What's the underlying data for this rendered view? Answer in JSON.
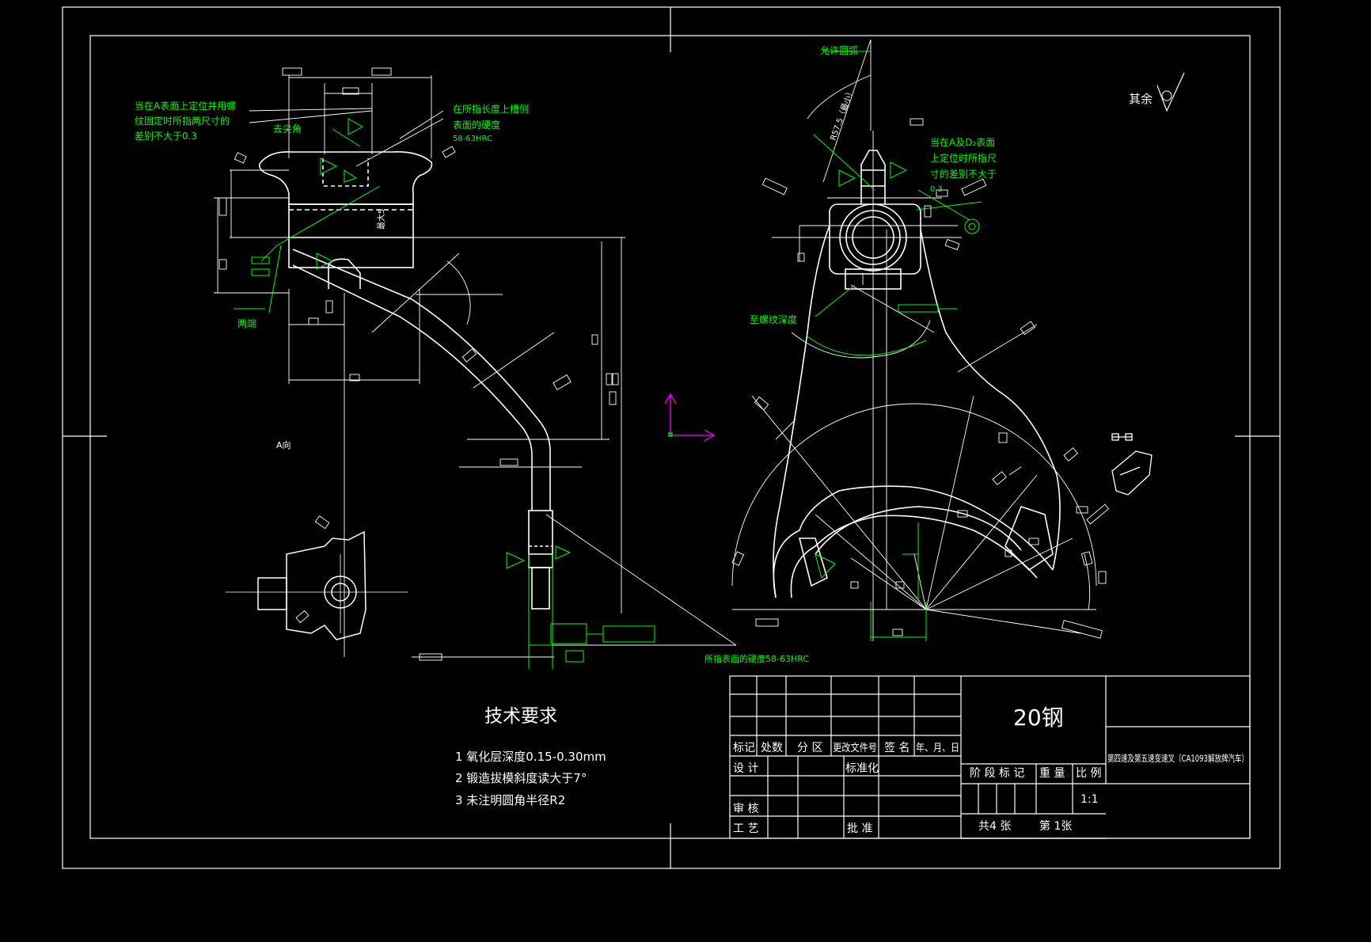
{
  "viewport_label": "其余",
  "view_labels": {
    "a_view": "A向"
  },
  "annotations_left": {
    "note_a_line1": "当在A表面上定位并用螺",
    "note_a_line2": "纹固定时所指两尺寸的",
    "note_a_line3": "差别不大于0.3",
    "remove_sharp": "去尖角",
    "slot_line1": "在所指长度上槽侧",
    "slot_line2": "表面的硬度",
    "slot_line3": "58-63HRC",
    "both_ends": "两端",
    "max_label": "最大5"
  },
  "annotations_right": {
    "allow_arc": "允许圆弧",
    "r_note": "R57.5（最小）",
    "note_b_line1": "当在A及D₂表面",
    "note_b_line2": "上定位时所指尺",
    "note_b_line3": "寸的差别不大于",
    "note_b_line4": "0.3",
    "thread_depth": "至螺纹深度",
    "hardness_bottom": "所指表面的硬度58-63HRC"
  },
  "tech_requirements": {
    "title": "技术要求",
    "items": [
      "1  氧化层深度0.15-0.30mm",
      "2  锻造拔模斜度读大于7°",
      "3  未注明圆角半径R2"
    ]
  },
  "title_block": {
    "material": "20钢",
    "part_name": "第四速及第五速变速叉（CA1093解放牌汽车）",
    "headers": [
      "标记",
      "处数",
      "分 区",
      "更改文件号",
      "签 名",
      "年、月、日"
    ],
    "design": "设 计",
    "standardize": "标准化",
    "review": "审 核",
    "process": "工 艺",
    "approve": "批 准",
    "stage_mark": "阶 段 标 记",
    "weight": "重 量",
    "scale_label": "比 例",
    "scale_value": "1:1",
    "sheets_total": "共4  张",
    "sheet_no": "第  1张"
  },
  "colors": {
    "line": "#ffffff",
    "annotation": "#00ff00",
    "ucs": "#ff00ff",
    "background": "#000000"
  }
}
